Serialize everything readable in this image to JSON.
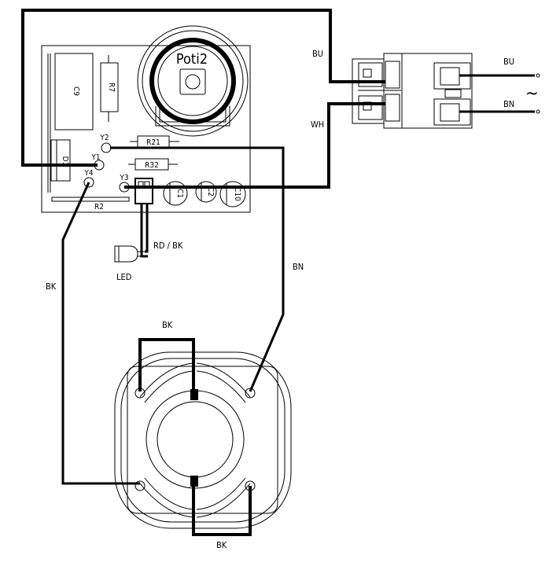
{
  "board": {
    "poti": "Poti2",
    "c9": "C9",
    "r7": "R7",
    "r21": "R21",
    "r32": "R32",
    "r2": "R2",
    "d1": "D1",
    "c1": "C1",
    "c2": "C2",
    "c10": "C10",
    "points": {
      "y1": "Y1",
      "y2": "Y2",
      "y3": "Y3",
      "y4": "Y4"
    }
  },
  "wires": {
    "bu_left": "WH",
    "bu_top": "BU",
    "bu_right": "BU",
    "bn_right": "BN",
    "bn_long": "BN",
    "bk_left": "BK",
    "bk_top": "BK",
    "bk_bottom": "BK",
    "led_wire": "RD / BK"
  },
  "led": {
    "label": "LED"
  },
  "mains": {
    "symbol": "~"
  }
}
